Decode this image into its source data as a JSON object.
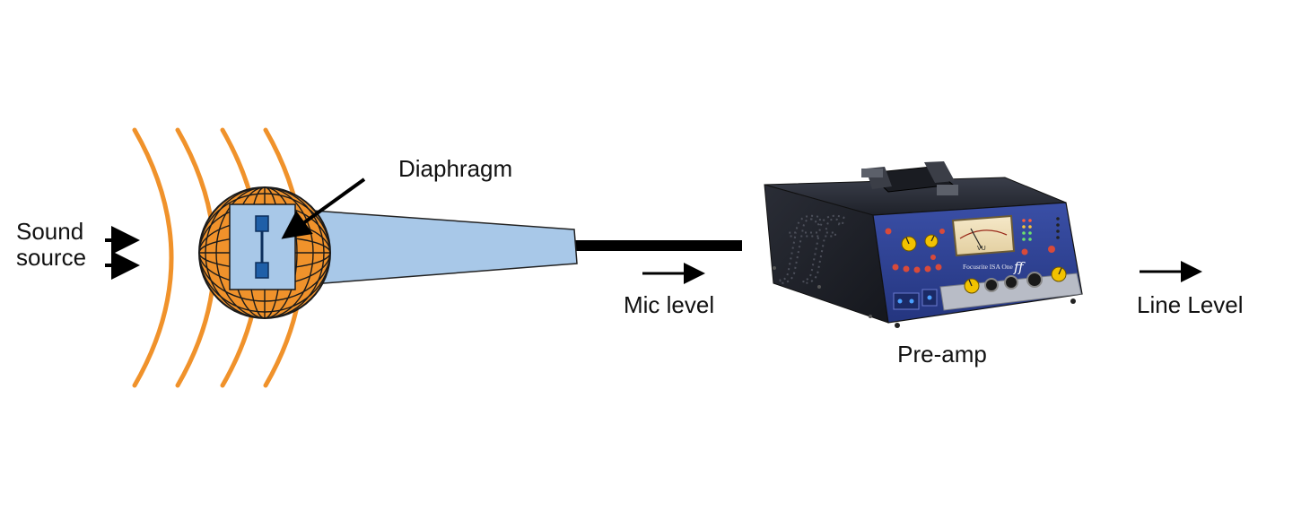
{
  "labels": {
    "sound_source_line1": "Sound",
    "sound_source_line2": "source",
    "diaphragm": "Diaphragm",
    "mic_level": "Mic level",
    "pre_amp": "Pre-amp",
    "line_level": "Line Level"
  },
  "device": {
    "brand_text": "Focusrite ISA One",
    "meter_text": "VU",
    "logo_text": "ff"
  },
  "colors": {
    "sound_waves": "#f0922b",
    "mic_head": "#f0922b",
    "mic_body": "#a8c8e8",
    "diaphragm": "#1f5fa8",
    "preamp_panel": "#2b3e8f",
    "cable": "#000000"
  }
}
